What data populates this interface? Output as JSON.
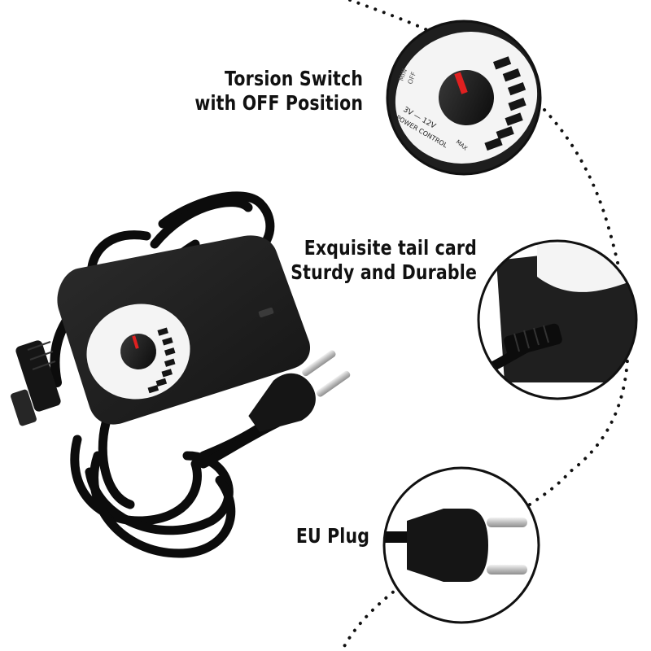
{
  "callouts": [
    {
      "lines": [
        "Torsion Switch",
        "with OFF Position"
      ]
    },
    {
      "lines": [
        "Exquisite tail card",
        "Sturdy and Durable"
      ]
    },
    {
      "lines": [
        "EU Plug"
      ]
    }
  ],
  "dial": {
    "range_text": "3V — 12V",
    "caption": "POWER CONTROL",
    "min_text": "MIN",
    "off_text": "OFF",
    "max_text": "MAX"
  },
  "colors": {
    "background": "#ffffff",
    "body": "#1f1f1f",
    "cable": "#0c0c0c",
    "dial_face": "#f4f4f4",
    "knob_marker": "#e02020",
    "pin": "#d0d0d0",
    "dots": "#111111"
  }
}
